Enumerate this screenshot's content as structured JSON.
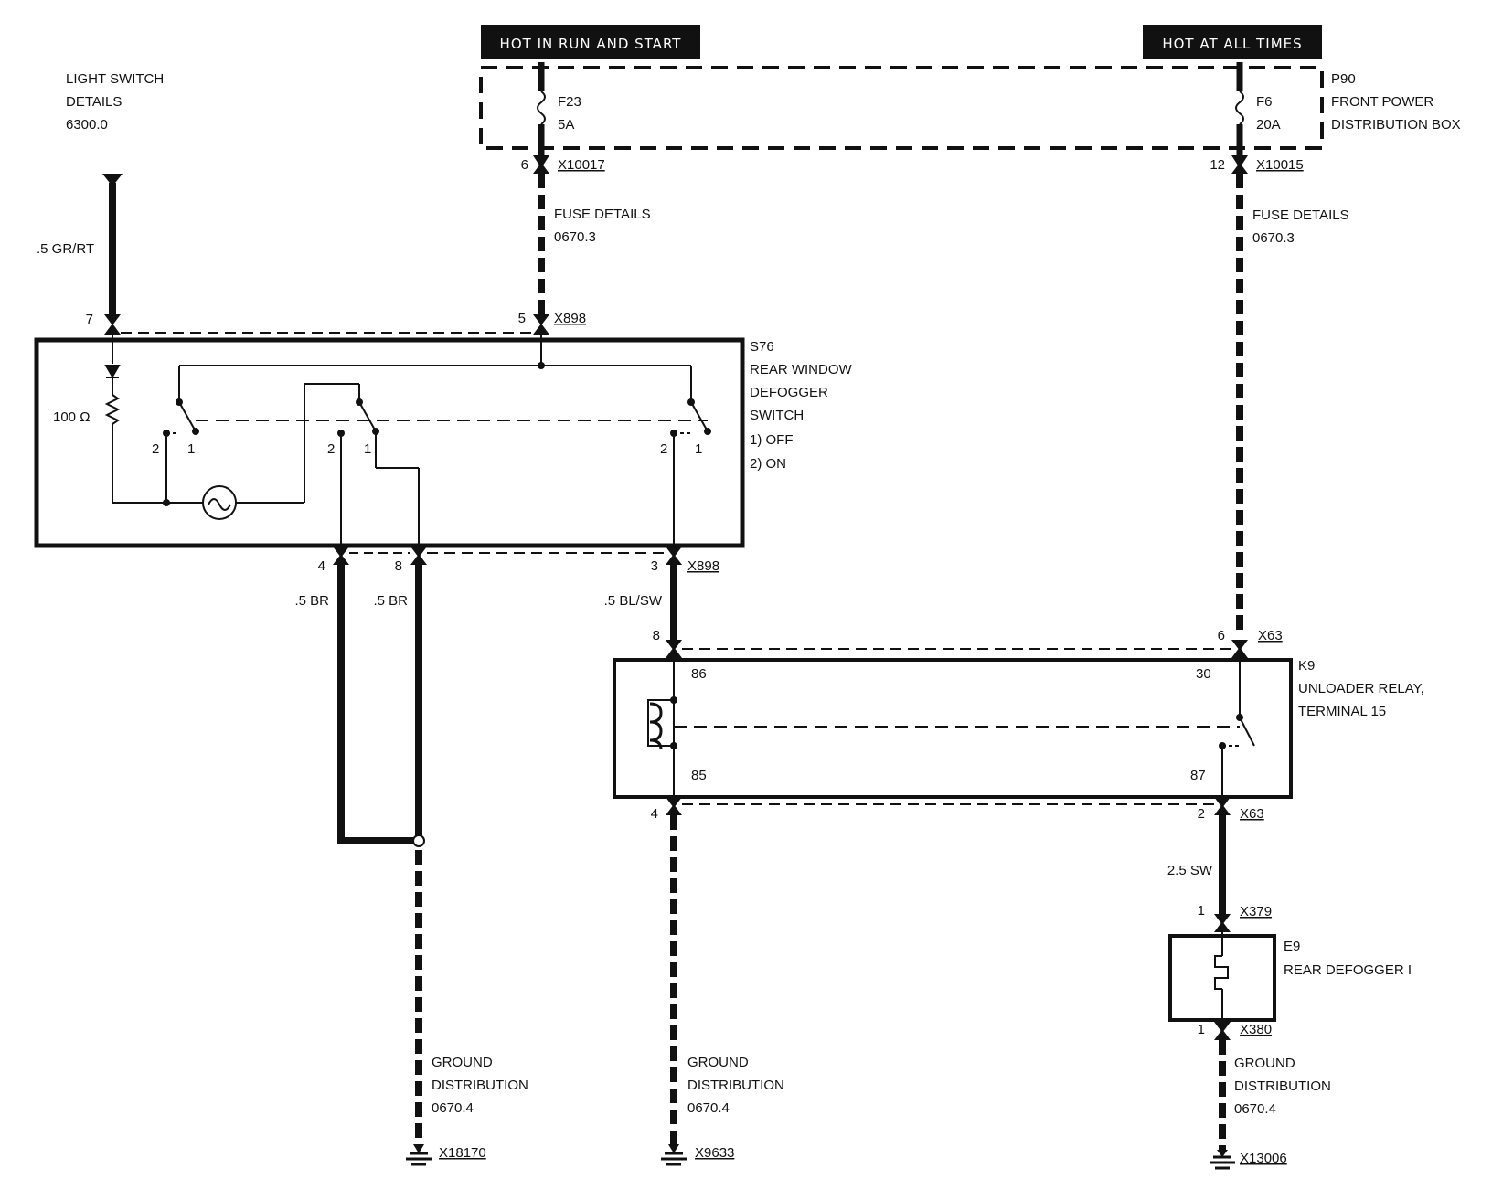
{
  "banners": {
    "run_start": "HOT IN RUN AND START",
    "all_times": "HOT AT ALL TIMES"
  },
  "light_switch": {
    "line1": "LIGHT SWITCH",
    "line2": "DETAILS",
    "code": "6300.0"
  },
  "p90": {
    "id": "P90",
    "line1": "FRONT POWER",
    "line2": "DISTRIBUTION BOX"
  },
  "fuses": {
    "f23": {
      "name": "F23",
      "rating": "5A",
      "pin": "6",
      "connector": "X10017"
    },
    "f6": {
      "name": "F6",
      "rating": "20A",
      "pin": "12",
      "connector": "X10015"
    }
  },
  "fuse_details": {
    "left": {
      "line1": "FUSE DETAILS",
      "code": "0670.3"
    },
    "right": {
      "line1": "FUSE DETAILS",
      "code": "0670.3"
    }
  },
  "s76": {
    "id": "S76",
    "line1": "REAR WINDOW",
    "line2": "DEFOGGER",
    "line3": "SWITCH",
    "pos1": "1)   OFF",
    "pos2": "2)   ON",
    "resistor": "100 Ω",
    "connector": "X898",
    "pins_top": {
      "p7": "7",
      "p5": "5"
    },
    "pins_bottom": {
      "p4": "4",
      "p8": "8",
      "p3": "3"
    },
    "contact_labels": {
      "a2": "2",
      "a1": "1",
      "b2": "2",
      "b1": "1",
      "c2": "2",
      "c1": "1"
    }
  },
  "wires": {
    "gr_rt": ".5 GR/RT",
    "br_a": ".5 BR",
    "br_b": ".5 BR",
    "bl_sw": ".5 BL/SW",
    "sw": "2.5 SW"
  },
  "k9": {
    "id": "K9",
    "line1": "UNLOADER RELAY,",
    "line2": "TERMINAL 15",
    "connector_top": "X63",
    "connector_bottom": "X63",
    "pins": {
      "top_left": "8",
      "top_right": "6",
      "bottom_left": "4",
      "bottom_right": "2"
    },
    "terminals": {
      "t86": "86",
      "t30": "30",
      "t85": "85",
      "t87": "87"
    }
  },
  "e9": {
    "id": "E9",
    "line1": "REAR DEFOGGER I",
    "connector_top": "X379",
    "connector_bottom": "X380",
    "pin_top": "1",
    "pin_bottom": "1"
  },
  "grounds": [
    {
      "line1": "GROUND",
      "line2": "DISTRIBUTION",
      "code": "0670.4",
      "connector": "X18170"
    },
    {
      "line1": "GROUND",
      "line2": "DISTRIBUTION",
      "code": "0670.4",
      "connector": "X9633"
    },
    {
      "line1": "GROUND",
      "line2": "DISTRIBUTION",
      "code": "0670.4",
      "connector": "X13006"
    }
  ]
}
